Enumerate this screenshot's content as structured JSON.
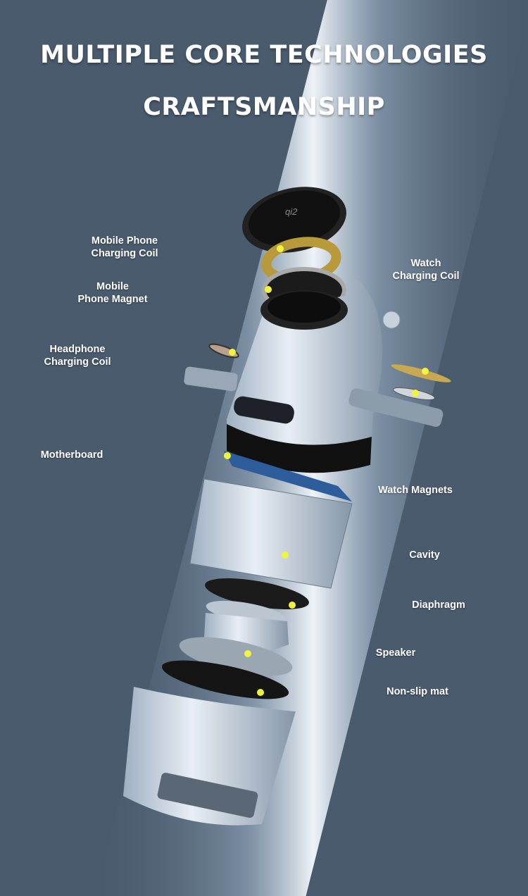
{
  "title": {
    "line1": "MULTIPLE CORE TECHNOLOGIES",
    "line2": "CRAFTSMANSHIP"
  },
  "logo_text": "qi2",
  "labels": {
    "phone_coil": [
      "Mobile Phone",
      "Charging Coil"
    ],
    "phone_magnet": [
      "Mobile",
      "Phone Magnet"
    ],
    "headphone_coil": [
      "Headphone",
      "Charging Coil"
    ],
    "watch_coil": [
      "Watch",
      "Charging Coil"
    ],
    "motherboard": "Motherboard",
    "watch_magnets": "Watch Magnets",
    "cavity": "Cavity",
    "diaphragm": "Diaphragm",
    "speaker": "Speaker",
    "non_slip_mat": "Non-slip mat"
  },
  "colors": {
    "leader_accent": "#e4f03a",
    "background": "#4a5b6e",
    "glow": "#eef3f8"
  }
}
